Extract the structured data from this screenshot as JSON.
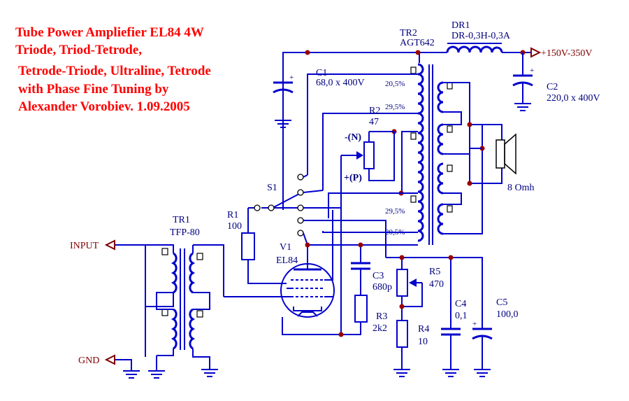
{
  "title_lines": [
    "Tube Power Ampliefier EL84 4W",
    "Triode, Triod-Tetrode,",
    "Tetrode-Triode, Ultraline, Tetrode",
    "with Phase Fine Tuning by",
    "Alexander Vorobiev. 1.09.2005"
  ],
  "components": {
    "tr2": {
      "ref": "TR2",
      "value": "AGT642"
    },
    "dr1": {
      "ref": "DR1",
      "value": "DR-0,3H-0,3A"
    },
    "supply": "+150V-350V",
    "c1": {
      "ref": "C1",
      "value": "68,0 x 400V"
    },
    "c2": {
      "ref": "C2",
      "value": "220,0 x 400V"
    },
    "r2": {
      "ref": "R2",
      "value": "47"
    },
    "s1": {
      "ref": "S1"
    },
    "r1": {
      "ref": "R1",
      "value": "100"
    },
    "tr1": {
      "ref": "TR1",
      "value": "TFP-80"
    },
    "v1": {
      "ref": "V1",
      "value": "EL84"
    },
    "c3": {
      "ref": "C3",
      "value": "680p"
    },
    "r3": {
      "ref": "R3",
      "value": "2k2"
    },
    "r5": {
      "ref": "R5",
      "value": "470"
    },
    "r4": {
      "ref": "R4",
      "value": "10"
    },
    "c4": {
      "ref": "C4",
      "value": "0,1"
    },
    "c5": {
      "ref": "C5",
      "value": "100,0"
    },
    "speaker": "8 Omh"
  },
  "taps": [
    "20,5%",
    "29,5%",
    "29,5%",
    "20,5%"
  ],
  "phase": {
    "neg": "-(N)",
    "pos": "+(P)"
  },
  "ports": {
    "input": "INPUT",
    "gnd": "GND"
  },
  "plus_sign": "+",
  "colors": {
    "wire": "#0000cc",
    "title": "#ff0000",
    "node": "#990000",
    "port": "#800000",
    "label": "#000080"
  }
}
